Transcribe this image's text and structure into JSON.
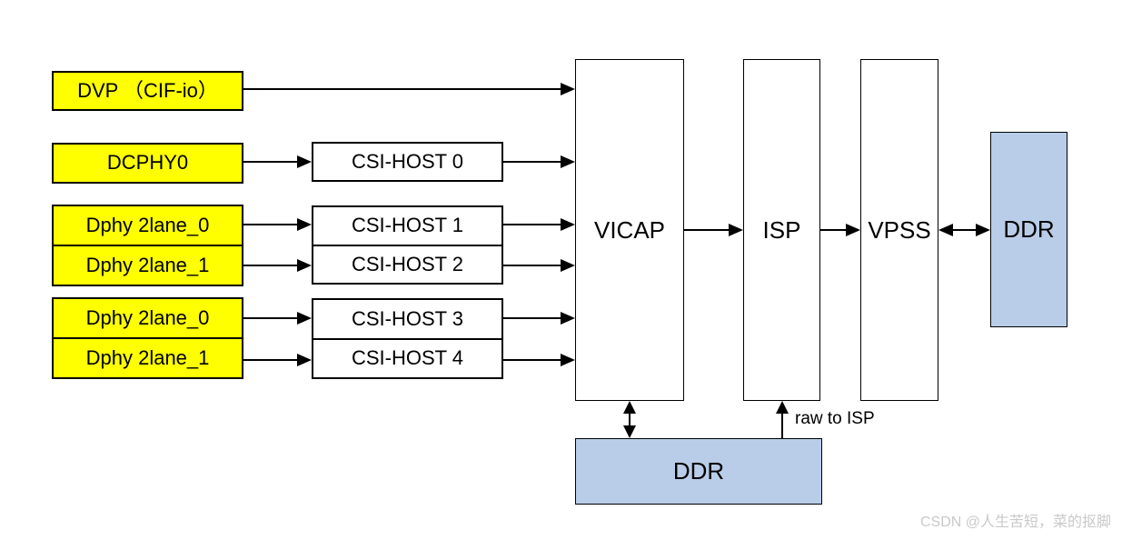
{
  "diagram": {
    "colors": {
      "phy_fill": "#ffff00",
      "box_fill": "#ffffff",
      "ddr_fill": "#b9cde8",
      "line": "#000000",
      "text": "#000000",
      "watermark": "#c9c9c9"
    },
    "phy_boxes": [
      "DVP （CIF-io）",
      "DCPHY0",
      "Dphy 2lane_0",
      "Dphy 2lane_1",
      "Dphy 2lane_0",
      "Dphy 2lane_1"
    ],
    "csi_hosts": [
      "CSI-HOST 0",
      "CSI-HOST 1",
      "CSI-HOST 2",
      "CSI-HOST 3",
      "CSI-HOST 4"
    ],
    "blocks": {
      "vicap": "VICAP",
      "isp": "ISP",
      "vpss": "VPSS"
    },
    "ddr": {
      "right": "DDR",
      "bottom": "DDR"
    },
    "annotations": {
      "raw_to_isp": "raw to ISP"
    },
    "watermark": "CSDN @人生苦短，菜的抠脚"
  }
}
